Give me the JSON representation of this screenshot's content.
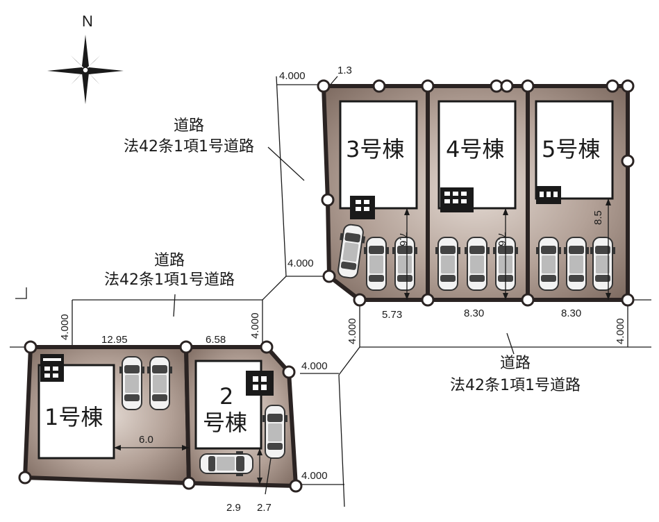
{
  "compass": {
    "north_label": "N"
  },
  "roads": [
    {
      "line1": "道路",
      "line2": "法42条1項1号道路"
    },
    {
      "line1": "道路",
      "line2": "法42条1項1号道路"
    },
    {
      "line1": "道路",
      "line2": "法42条1項1号道路"
    }
  ],
  "buildings": {
    "b1": "1号棟",
    "b2_line1": "2",
    "b2_line2": "号棟",
    "b3": "3号棟",
    "b4": "4号棟",
    "b5": "5号棟"
  },
  "dimensions": {
    "road_top_width": "4.000",
    "setback_top": "1.3",
    "road_mid_width": "4.000",
    "frontage_3": "5.73",
    "frontage_4": "8.30",
    "frontage_5": "8.30",
    "road_right_width": "4.000",
    "road_right_left": "4.000",
    "depth_3": "7.6",
    "depth_4": "7.6",
    "depth_5": "8.5",
    "road_left_width": "4.000",
    "frontage_1": "12.95",
    "frontage_2": "6.58",
    "road_center_width": "4.000",
    "road_diag_width": "4.000",
    "parking_1": "6.0",
    "road_bottom_width": "4.000",
    "parking_2a": "2.9",
    "parking_2b": "2.7"
  },
  "colors": {
    "plot_fill_center": "#d8cdc6",
    "plot_fill_edge": "#7d6a60",
    "plot_outline": "#2a2322"
  }
}
